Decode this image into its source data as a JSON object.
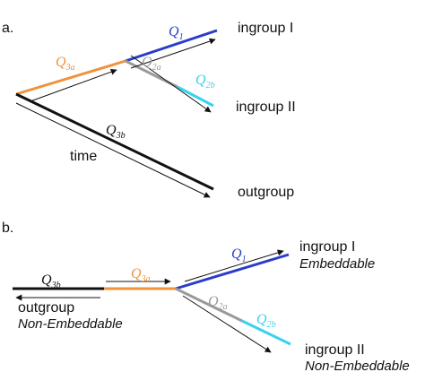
{
  "panel_a": {
    "label": "a.",
    "ingroup1": "ingroup I",
    "ingroup2": "ingroup II",
    "outgroup": "outgroup",
    "time": "time",
    "q1": {
      "base": "Q",
      "sub": "1"
    },
    "q2a": {
      "base": "Q",
      "sub": "2a"
    },
    "q2b": {
      "base": "Q",
      "sub": "2b"
    },
    "q3a": {
      "base": "Q",
      "sub": "3a"
    },
    "q3b": {
      "base": "Q",
      "sub": "3b"
    }
  },
  "panel_b": {
    "label": "b.",
    "ingroup1": "ingroup I",
    "ingroup1_status": "Embeddable",
    "ingroup2": "ingroup II",
    "ingroup2_status": "Non-Embeddable",
    "outgroup": "outgroup",
    "outgroup_status": "Non-Embeddable",
    "q1": {
      "base": "Q",
      "sub": "1"
    },
    "q2a": {
      "base": "Q",
      "sub": "2a"
    },
    "q2b": {
      "base": "Q",
      "sub": "2b"
    },
    "q3a": {
      "base": "Q",
      "sub": "3a"
    },
    "q3b": {
      "base": "Q",
      "sub": "3b"
    }
  },
  "colors": {
    "orange": "#f0923a",
    "blue": "#2a3cc8",
    "cyan": "#37d2ee",
    "gray": "#9a9a9a",
    "black": "#111111"
  }
}
